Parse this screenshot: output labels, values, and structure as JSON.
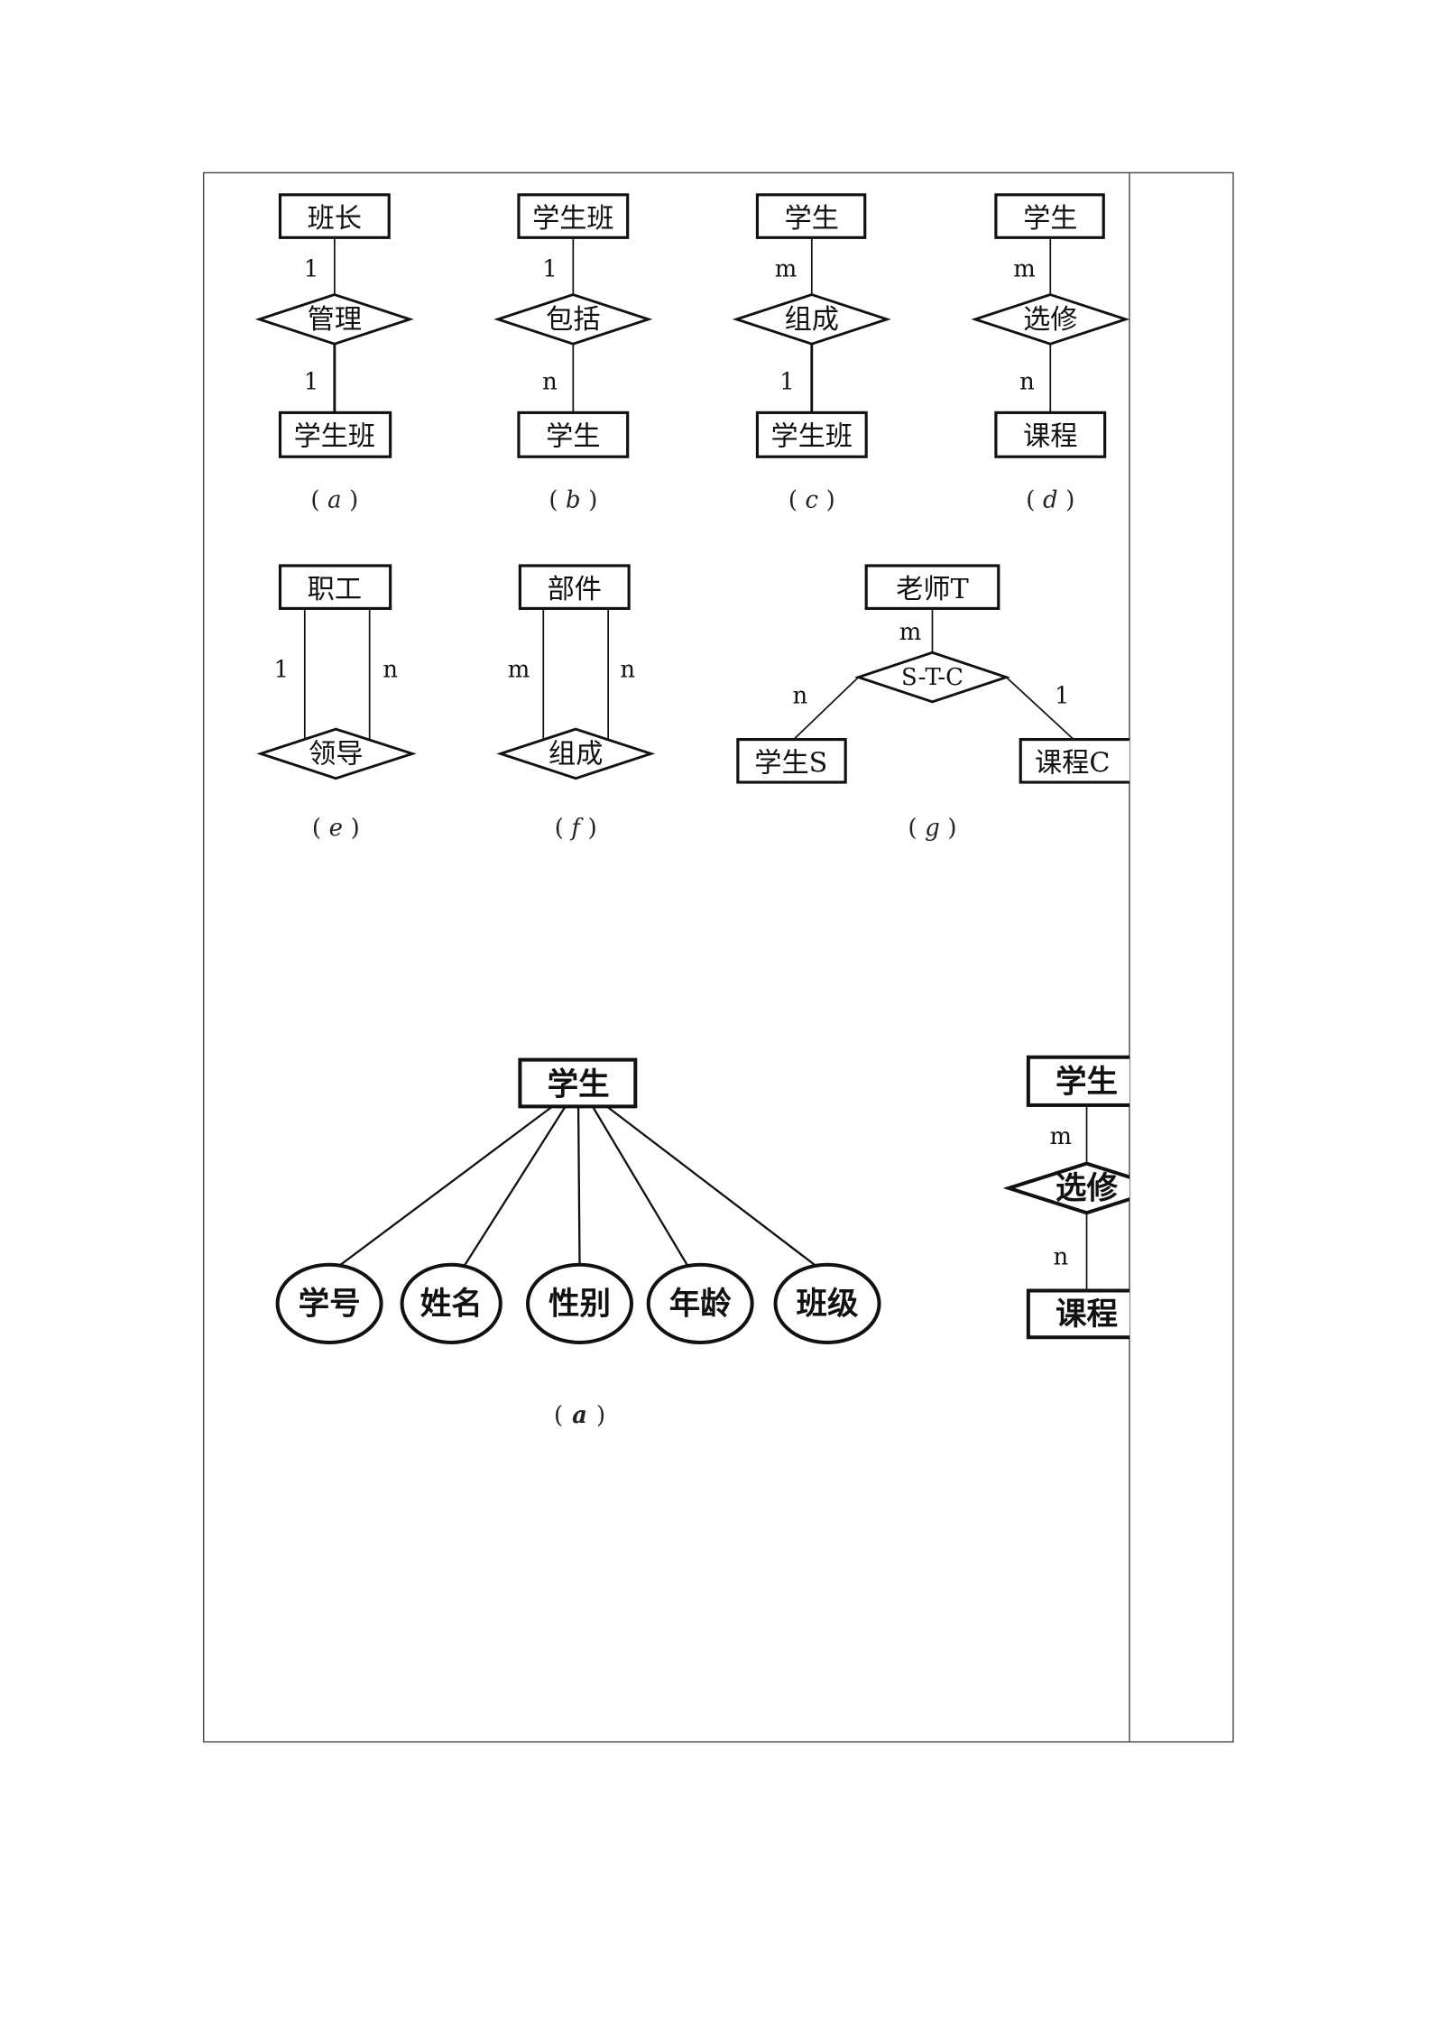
{
  "row1": {
    "a": {
      "top_entity": "班长",
      "top_cardinality": "1",
      "relationship": "管理",
      "bottom_cardinality": "1",
      "bottom_entity": "学生班",
      "caption": {
        "open": "(",
        "label": "a",
        "close": ")"
      }
    },
    "b": {
      "top_entity": "学生班",
      "top_cardinality": "1",
      "relationship": "包括",
      "bottom_cardinality": "n",
      "bottom_entity": "学生",
      "caption": {
        "open": "(",
        "label": "b",
        "close": ")"
      }
    },
    "c": {
      "top_entity": "学生",
      "top_cardinality": "m",
      "relationship": "组成",
      "bottom_cardinality": "1",
      "bottom_entity": "学生班",
      "caption": {
        "open": "(",
        "label": "c",
        "close": ")"
      }
    },
    "d": {
      "top_entity": "学生",
      "top_cardinality": "m",
      "relationship": "选修",
      "bottom_cardinality": "n",
      "bottom_entity": "课程",
      "caption": {
        "open": "(",
        "label": "d",
        "close": ")"
      }
    }
  },
  "row2": {
    "e": {
      "entity": "职工",
      "left_cardinality": "1",
      "right_cardinality": "n",
      "relationship": "领导",
      "caption": {
        "open": "(",
        "label": "e",
        "close": ")"
      }
    },
    "f": {
      "entity": "部件",
      "left_cardinality": "m",
      "right_cardinality": "n",
      "relationship": "组成",
      "caption": {
        "open": "(",
        "label": "f",
        "close": ")"
      }
    },
    "g": {
      "top_entity": "老师T",
      "top_cardinality": "m",
      "relationship": "S-T-C",
      "left_cardinality": "n",
      "left_entity": "学生S",
      "right_cardinality": "1",
      "right_entity": "课程C",
      "caption": {
        "open": "(",
        "label": "g",
        "close": ")"
      }
    }
  },
  "attribute_diagram": {
    "entity": "学生",
    "attributes": [
      "学号",
      "姓名",
      "性别",
      "年龄",
      "班级"
    ],
    "caption": {
      "open": "(",
      "label": "a",
      "close": ")"
    }
  },
  "side_diagram": {
    "top_entity": "学生",
    "top_cardinality": "m",
    "relationship": "选修",
    "bottom_cardinality": "n",
    "bottom_entity": "课程"
  }
}
